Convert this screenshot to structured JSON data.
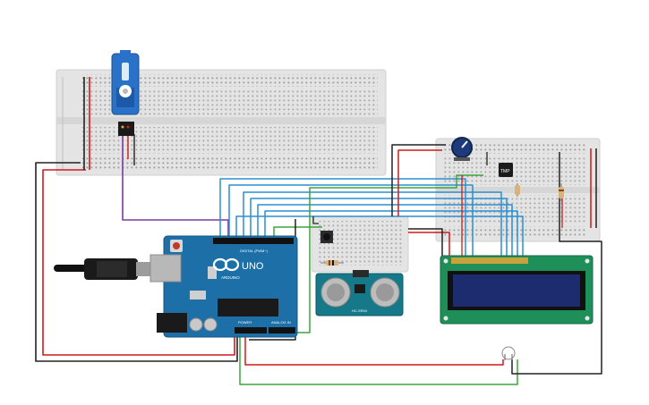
{
  "arduino": {
    "brand": "ARDUINO",
    "model": "UNO",
    "digital_header": "DIGITAL (PWM~)",
    "power_header": "POWER",
    "analog_header": "ANALOG IN"
  },
  "sensor": {
    "name": "HC-SR04"
  },
  "temp_sensor": {
    "label": "TMP"
  },
  "colors": {
    "breadboard": "#e3e3e3",
    "arduino": "#1d6fa8",
    "lcd_board": "#1f8f5a",
    "lcd_screen": "#1d2c6e",
    "wire_red": "#d01a1a",
    "wire_black": "#222222",
    "wire_blue": "#2a8fd0",
    "wire_green": "#3aa53a",
    "wire_purple": "#7a3aa0",
    "servo": "#2a72c9"
  }
}
